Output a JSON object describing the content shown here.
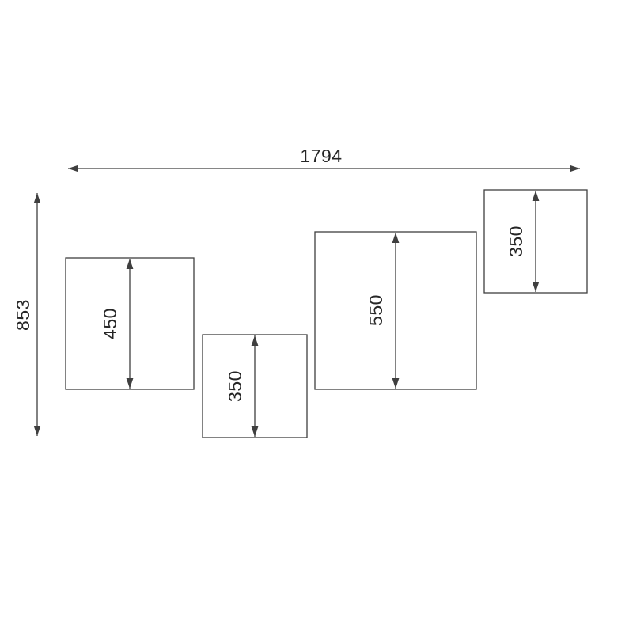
{
  "colors": {
    "line": "#3f3f3f",
    "text": "#262626",
    "background": "#ffffff"
  },
  "dimensions": {
    "overall_width_label": "1794",
    "overall_height_label": "853",
    "panels": [
      {
        "height_label": "450"
      },
      {
        "height_label": "350"
      },
      {
        "height_label": "550"
      },
      {
        "height_label": "350"
      }
    ]
  }
}
